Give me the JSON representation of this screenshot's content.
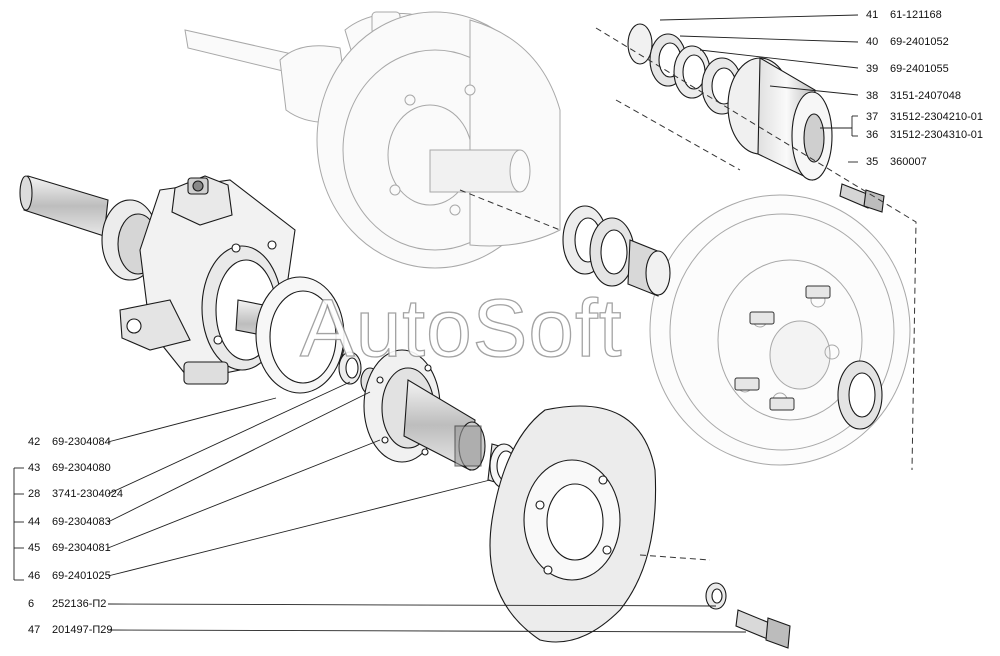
{
  "watermark": "AutoSoft",
  "parts_right": [
    {
      "num": "41",
      "code": "61-121168"
    },
    {
      "num": "40",
      "code": "69-2401052"
    },
    {
      "num": "39",
      "code": "69-2401055"
    },
    {
      "num": "38",
      "code": "3151-2407048"
    },
    {
      "num": "37",
      "code": "31512-2304210-01"
    },
    {
      "num": "36",
      "code": "31512-2304310-01"
    },
    {
      "num": "35",
      "code": "360007"
    }
  ],
  "parts_left": [
    {
      "num": "42",
      "code": "69-2304084"
    },
    {
      "num": "43",
      "code": "69-2304080"
    },
    {
      "num": "28",
      "code": "3741-2304024"
    },
    {
      "num": "44",
      "code": "69-2304083"
    },
    {
      "num": "45",
      "code": "69-2304081"
    },
    {
      "num": "46",
      "code": "69-2401025"
    },
    {
      "num": "6",
      "code": "252136-П2"
    },
    {
      "num": "47",
      "code": "201497-П29"
    }
  ],
  "colors": {
    "line": "#1a1a1a",
    "ghost": "#9c9c9c",
    "fill_light": "#eeeeee",
    "fill_mid": "#cfcfcf"
  }
}
